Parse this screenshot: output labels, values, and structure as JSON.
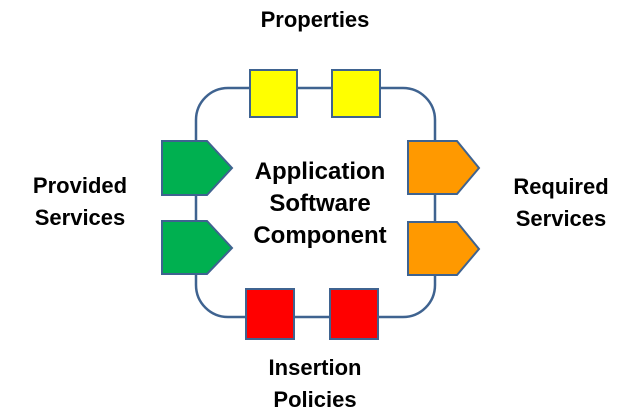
{
  "labels": {
    "properties": "Properties",
    "provided_line1": "Provided",
    "provided_line2": "Services",
    "required_line1": "Required",
    "required_line2": "Services",
    "insertion_line1": "Insertion",
    "insertion_line2": "Policies"
  },
  "component": {
    "line1": "Application",
    "line2": "Software",
    "line3": "Component"
  },
  "colors": {
    "outline": "#3F6390",
    "properties": "#FFFF00",
    "provided": "#00B050",
    "required": "#FF9900",
    "insertion": "#FF0000"
  }
}
